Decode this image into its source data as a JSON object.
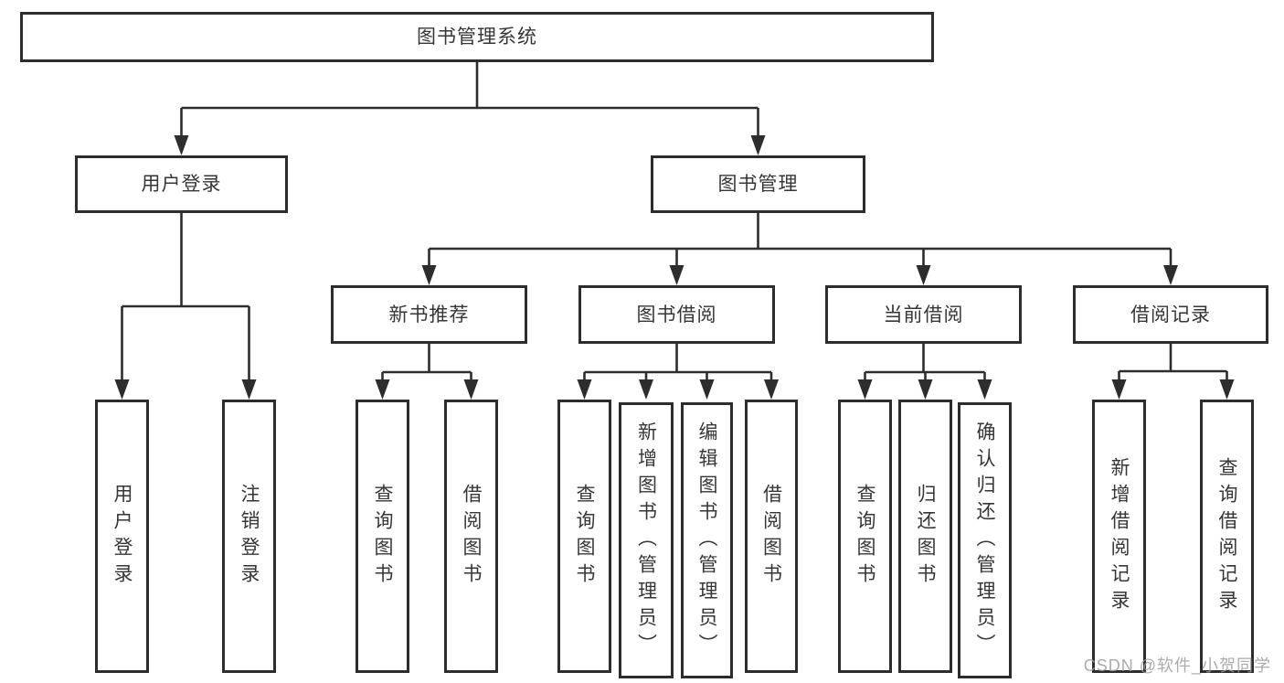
{
  "tree": {
    "label": "图书管理系统",
    "children": [
      {
        "label": "用户登录",
        "children": [
          {
            "label": "用户登录"
          },
          {
            "label": "注销登录"
          }
        ]
      },
      {
        "label": "图书管理",
        "children": [
          {
            "label": "新书推荐",
            "children": [
              {
                "label": "查询图书"
              },
              {
                "label": "借阅图书"
              }
            ]
          },
          {
            "label": "图书借阅",
            "children": [
              {
                "label": "查询图书"
              },
              {
                "label": "新增图书（管理员）"
              },
              {
                "label": "编辑图书（管理员）"
              },
              {
                "label": "借阅图书"
              }
            ]
          },
          {
            "label": "当前借阅",
            "children": [
              {
                "label": "查询图书"
              },
              {
                "label": "归还图书"
              },
              {
                "label": "确认归还（管理员）"
              }
            ]
          },
          {
            "label": "借阅记录",
            "children": [
              {
                "label": "新增借阅记录"
              },
              {
                "label": "查询借阅记录"
              }
            ]
          }
        ]
      }
    ]
  },
  "watermark": {
    "text": "CSDN @软件_小贺同学"
  },
  "colors": {
    "line": "#2d2d2d",
    "box_border": "#2d2d2d",
    "text": "#363636",
    "watermark": "#9d9d9d",
    "background": "#ffffff"
  }
}
